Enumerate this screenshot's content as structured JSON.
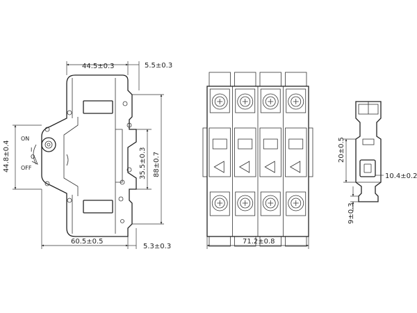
{
  "side_view": {
    "dim_top_width": "44.5±0.3",
    "dim_top_right": "5.5±0.3",
    "dim_left_height": "44.8±0.4",
    "dim_inner_height": "35.5±0.3",
    "dim_total_height": "88±0.7",
    "dim_bottom_width": "60.5±0.5",
    "dim_bottom_right": "5.3±0.3",
    "label_on": "ON",
    "label_off": "OFF",
    "label_i": "I",
    "label_o": "O"
  },
  "front_view": {
    "pole_count": 4,
    "dim_width": "71.2±0.8"
  },
  "end_view": {
    "dim_height": "20±0.5",
    "dim_width": "10.4±0.2",
    "dim_bottom": "9±0.3"
  }
}
